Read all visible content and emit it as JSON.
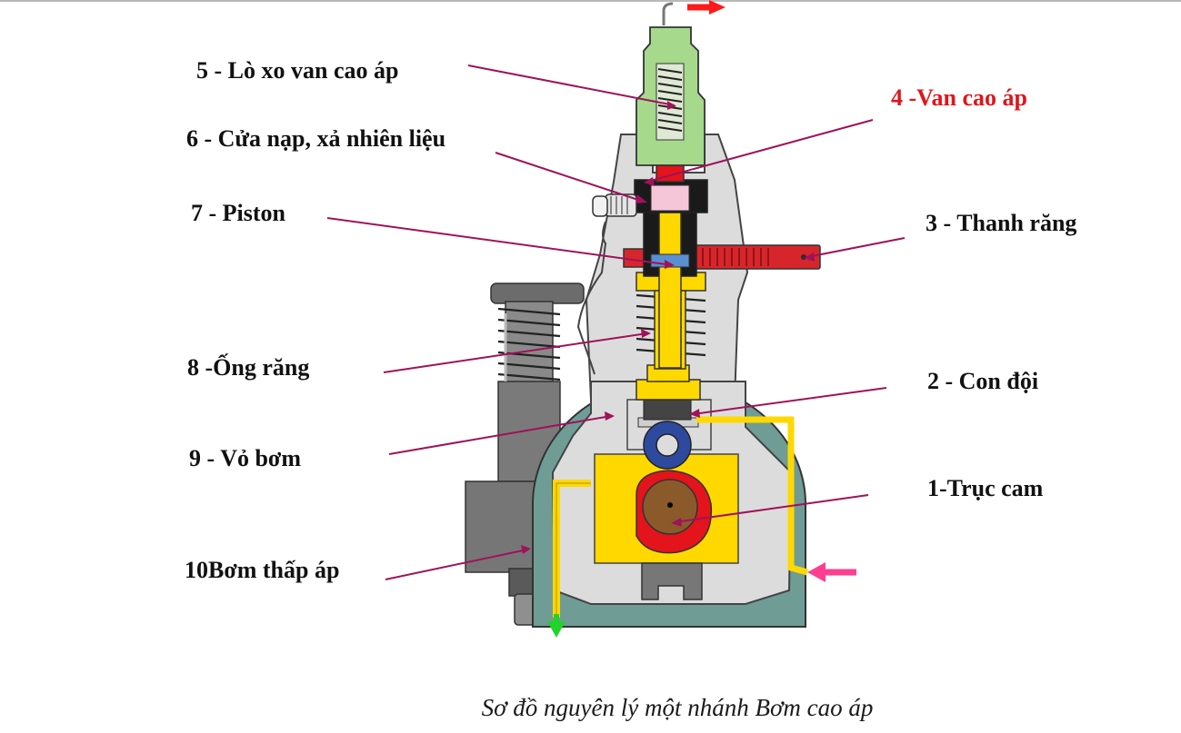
{
  "labels": {
    "l5": "5 - Lò xo van cao áp",
    "l4": "4 -Van cao áp",
    "l6": "6 - Cửa nạp, xả nhiên liệu",
    "l7": "7 - Piston",
    "l3": "3 - Thanh răng",
    "l8": "8 -Ống răng",
    "l2": "2 - Con đội",
    "l9": "9 - Vỏ bơm",
    "l1": "1-Trục cam",
    "l10": "10Bơm thấp áp"
  },
  "caption": "Sơ đồ nguyên lý một nhánh Bơm cao áp",
  "colors": {
    "housing": "#dcdcdc",
    "cam_case": "#6f9d95",
    "oil": "#ffd800",
    "valve": "#e3141b",
    "spring_housing": "#a6d98c",
    "rack": "#d7262b",
    "leader": "#a0125a",
    "arrow_in": "#ff3e8f",
    "arrow_out": "#22d32a",
    "arrow_top": "#ff1a1a"
  }
}
